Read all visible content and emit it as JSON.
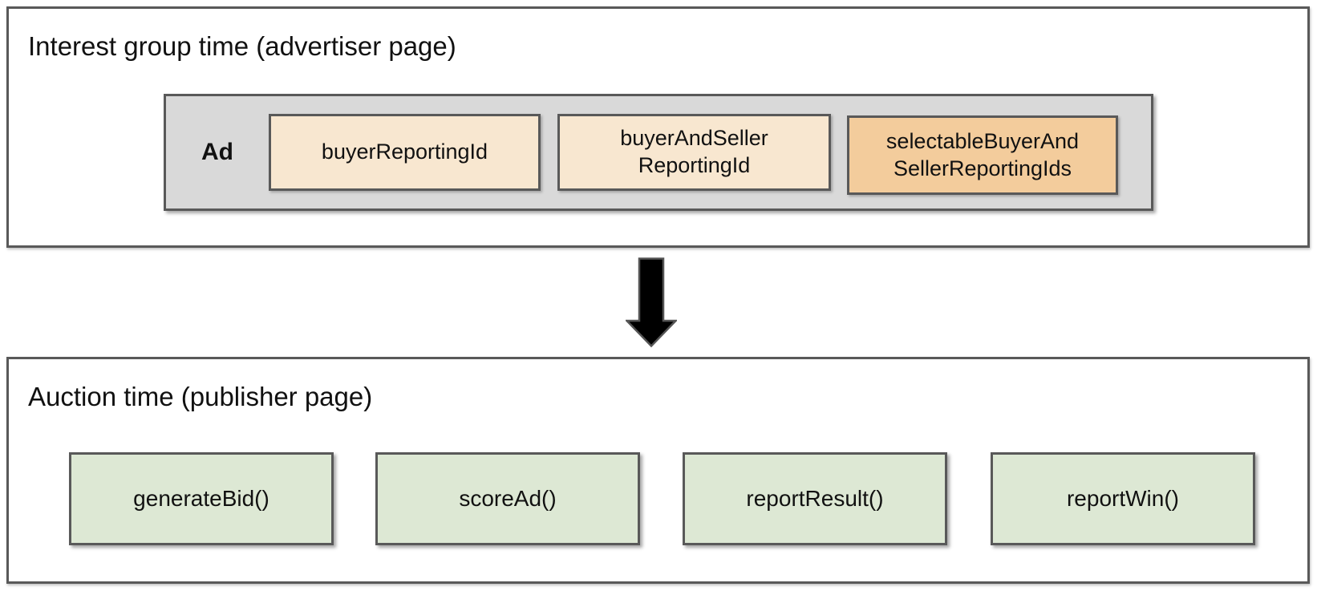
{
  "top_section": {
    "title": "Interest group time (advertiser page)",
    "ad_container": {
      "label": "Ad",
      "boxes": [
        {
          "label": "buyerReportingId",
          "variant": "peach"
        },
        {
          "label": "buyerAndSeller\nReportingId",
          "variant": "peach"
        },
        {
          "label": "selectableBuyerAnd\nSellerReportingIds",
          "variant": "orange"
        }
      ]
    }
  },
  "arrow": {
    "icon": "down-arrow"
  },
  "bottom_section": {
    "title": "Auction time (publisher page)",
    "boxes": [
      {
        "label": "generateBid()"
      },
      {
        "label": "scoreAd()"
      },
      {
        "label": "reportResult()"
      },
      {
        "label": "reportWin()"
      }
    ]
  },
  "colors": {
    "peach": "#F8E7D0",
    "orange": "#F3CC9C",
    "green": "#DDE8D4",
    "gray_container": "#D9D9D9",
    "border": "#595959",
    "arrow_fill": "#000000",
    "text": "#111111"
  }
}
